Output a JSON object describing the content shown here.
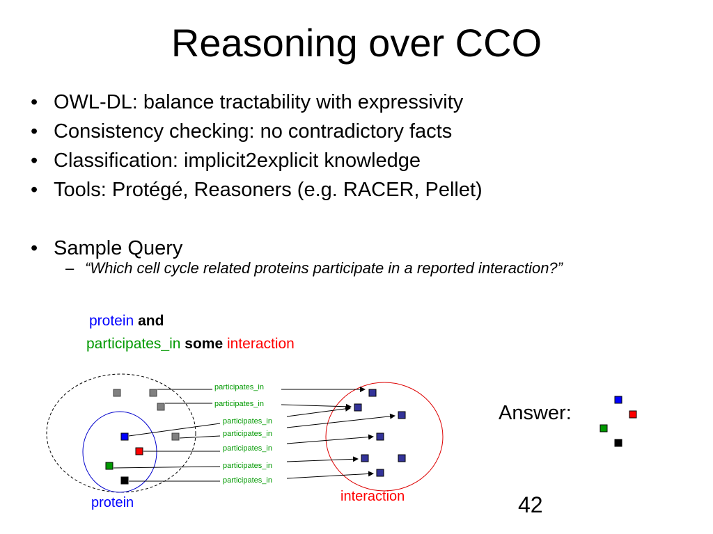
{
  "title": "Reasoning over CCO",
  "bullets": [
    "OWL-DL: balance tractability with expressivity",
    "Consistency checking: no contradictory facts",
    "Classification: implicit2explicit knowledge",
    "Tools: Protégé,  Reasoners (e.g. RACER, Pellet)"
  ],
  "bullet_symbol": "•",
  "sample_query": {
    "label": "Sample Query",
    "dash": "–",
    "question": "“Which cell cycle related proteins participate in a reported interaction?”"
  },
  "query": {
    "class": "protein",
    "and": "and",
    "relation": "participates_in",
    "some": "some",
    "target": "interaction"
  },
  "diagram": {
    "edge_label": "participates_in",
    "protein_label": "protein",
    "interaction_label": "interaction"
  },
  "answer": {
    "label": "Answer:"
  },
  "colors": {
    "protein": "#0000ff",
    "relation": "#009900",
    "interaction": "#ff0000",
    "node_gray": "#808080",
    "node_navy": "#333399",
    "node_black": "#000000"
  },
  "page_number": "42"
}
